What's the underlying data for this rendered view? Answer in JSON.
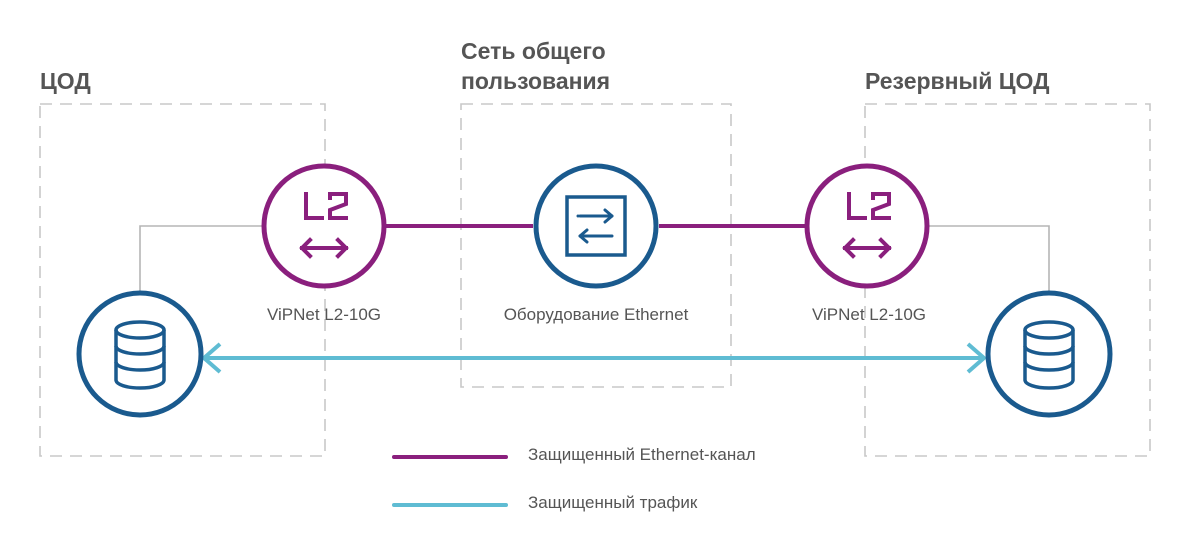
{
  "zones": {
    "main": "ЦОД",
    "public": [
      "Сеть общего",
      "пользования"
    ],
    "backup": "Резервный ЦОД"
  },
  "nodes": {
    "l2_left": "ViPNet L2-10G",
    "switch": "Оборудование Ethernet",
    "l2_right": "ViPNet L2-10G"
  },
  "legend": {
    "ethernet_channel": "Защищенный Ethernet-канал",
    "traffic": "Защищенный трафик"
  },
  "colors": {
    "purple": "#8a1f7d",
    "blue": "#1a5a8e",
    "cyan": "#5fbcd3",
    "gray_line": "#b5b5b5",
    "dashed_border": "#c8c8c8",
    "text": "#555555"
  },
  "icons": {
    "l2_left": "l2-encryptor-icon",
    "switch": "ethernet-switch-icon",
    "l2_right": "l2-encryptor-icon",
    "server_left": "database-icon",
    "server_right": "database-icon"
  }
}
